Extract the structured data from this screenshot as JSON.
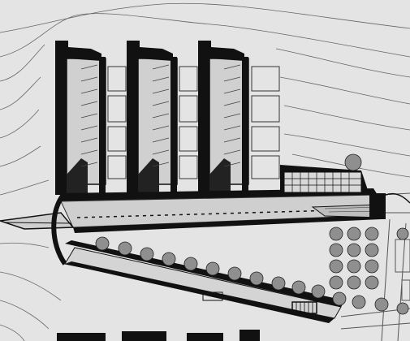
{
  "drawing": {
    "kind": "architectural site plan",
    "style": "black-and-white ink drawing",
    "colors": {
      "paper": "#e4e4e4",
      "ink": "#111111",
      "line": "#5a5a5a",
      "tree": "#8f8f8f"
    },
    "wing_count": 3
  }
}
